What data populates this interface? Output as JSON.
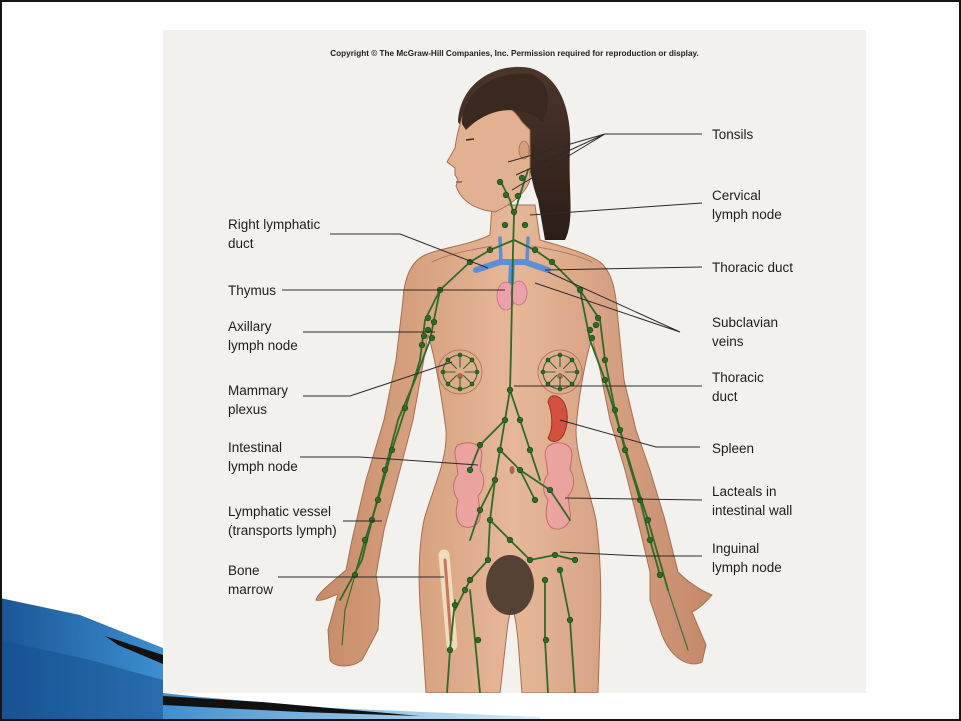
{
  "slide": {
    "copyright": "Copyright © The McGraw-Hill Companies, Inc. Permission required for reproduction or display."
  },
  "labels": {
    "right_lymphatic_duct": [
      "Right lymphatic",
      "duct"
    ],
    "thymus": [
      "Thymus"
    ],
    "axillary_lymph_node": [
      "Axillary",
      "lymph node"
    ],
    "mammary_plexus": [
      "Mammary",
      "plexus"
    ],
    "intestinal_lymph_node": [
      "Intestinal",
      "lymph node"
    ],
    "lymphatic_vessel": [
      "Lymphatic vessel",
      "(transports lymph)"
    ],
    "bone_marrow": [
      "Bone",
      "marrow"
    ],
    "tonsils": [
      "Tonsils"
    ],
    "cervical_lymph_node": [
      "Cervical",
      "lymph node"
    ],
    "thoracic_duct_upper": [
      "Thoracic duct"
    ],
    "subclavian_veins": [
      "Subclavian",
      "veins"
    ],
    "thoracic_duct_lower": [
      "Thoracic",
      "duct"
    ],
    "spleen": [
      "Spleen"
    ],
    "lacteals_in_intestinal_wall": [
      "Lacteals in",
      "intestinal wall"
    ],
    "inguinal_lymph_node": [
      "Inguinal",
      "lymph node"
    ]
  },
  "colors": {
    "panel_background": "#f3f1ee",
    "lymph_green": "#2f6a28",
    "vein_blue": "#5b8fd6",
    "swoosh_blue": "#2f7fc4"
  }
}
